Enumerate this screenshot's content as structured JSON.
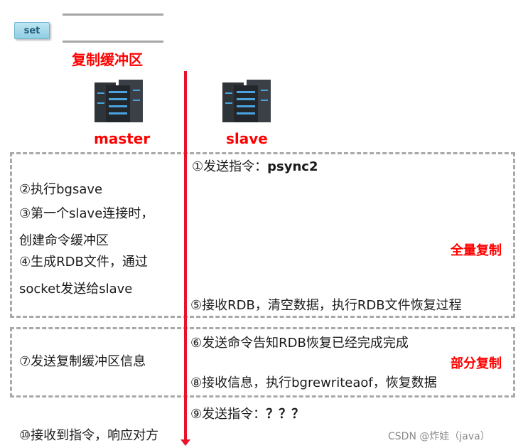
{
  "set_badge": "set",
  "buffer_label": "复制缓冲区",
  "master_label": "master",
  "slave_label": "slave",
  "full_copy_label": "全量复制",
  "partial_copy_label": "部分复制",
  "steps": {
    "s1_prefix": "①发送指令：",
    "s1_cmd": "psync2",
    "s2": "②执行bgsave",
    "s3_line1": "③第一个slave连接时，",
    "s3_line2": "创建命令缓冲区",
    "s4_line1": "④生成RDB文件，通过",
    "s4_line2": "socket发送给slave",
    "s5": "⑤接收RDB，清空数据，执行RDB文件恢复过程",
    "s6": "⑥发送命令告知RDB恢复已经完成完成",
    "s7": "⑦发送复制缓冲区信息",
    "s8": "⑧接收信息，执行bgrewriteaof，恢复数据",
    "s9_prefix": "⑨发送指令：",
    "s9_cmd": "？？？",
    "s10": "⑩接收到指令，响应对方"
  },
  "watermark": "CSDN @炸娃（java）",
  "colors": {
    "accent_red": "#ff0000",
    "line_red": "#e8132a",
    "dash_gray": "#a8a8a8"
  }
}
